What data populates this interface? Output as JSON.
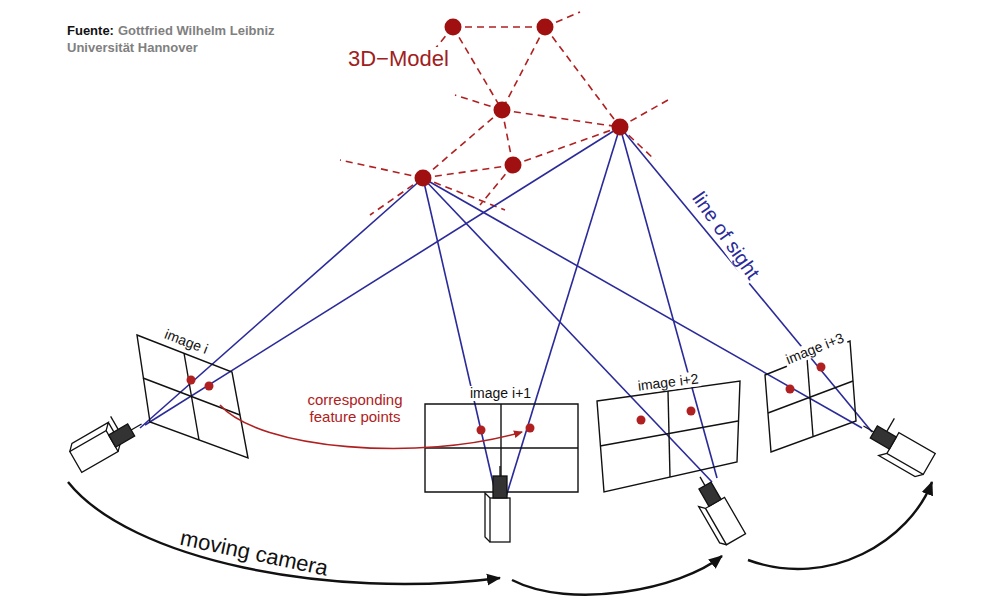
{
  "diagram": {
    "labels": [
      "Fuente:",
      "Gottfried Wilhelm Leibniz",
      "Universität Hannover",
      "3D−Model",
      "line of sight",
      "image i",
      "image i+1",
      "image i+2",
      "image i+3",
      "corresponding feature points",
      "moving camera"
    ]
  }
}
